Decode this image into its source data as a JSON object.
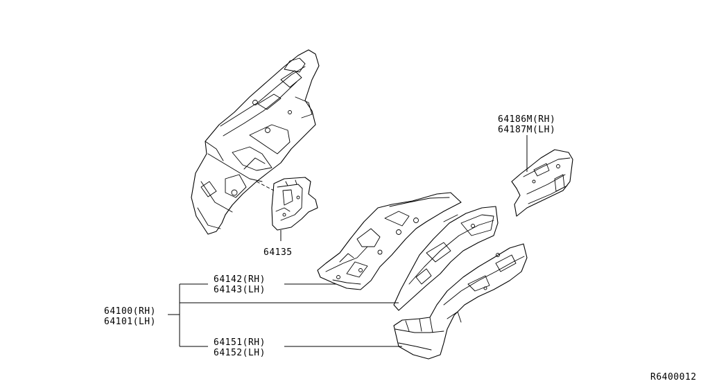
{
  "labels": {
    "p64186m": "64186M(RH)",
    "p64187m": "64187M(LH)",
    "p64135": "64135",
    "p64142": "64142(RH)",
    "p64143": "64143(LH)",
    "p64100": "64100(RH)",
    "p64101": "64101(LH)",
    "p64151": "64151(RH)",
    "p64152": "64152(LH)",
    "ref_code": "R6400012"
  }
}
